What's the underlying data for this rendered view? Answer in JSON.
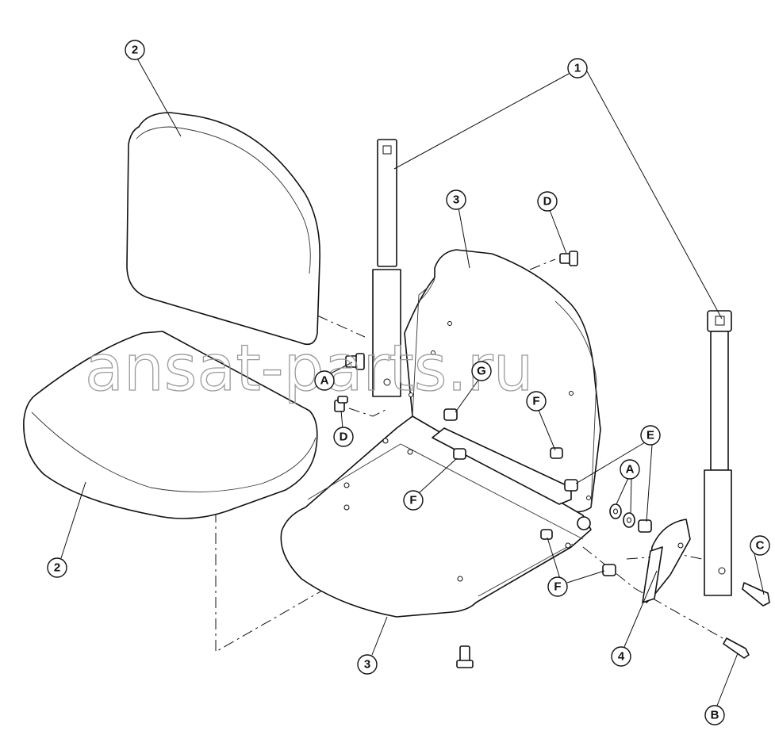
{
  "diagram": {
    "watermark": "ansat-parts.ru",
    "callouts": {
      "part1": "1",
      "part2_back": "2",
      "part2_seat": "2",
      "part3_back": "3",
      "part3_seat": "3",
      "part4": "4"
    },
    "hardware_labels": {
      "A1": "A",
      "A2": "A",
      "B": "B",
      "C": "C",
      "D1": "D",
      "D2": "D",
      "E": "E",
      "F1": "F",
      "F2": "F",
      "F3": "F",
      "G": "G"
    }
  }
}
